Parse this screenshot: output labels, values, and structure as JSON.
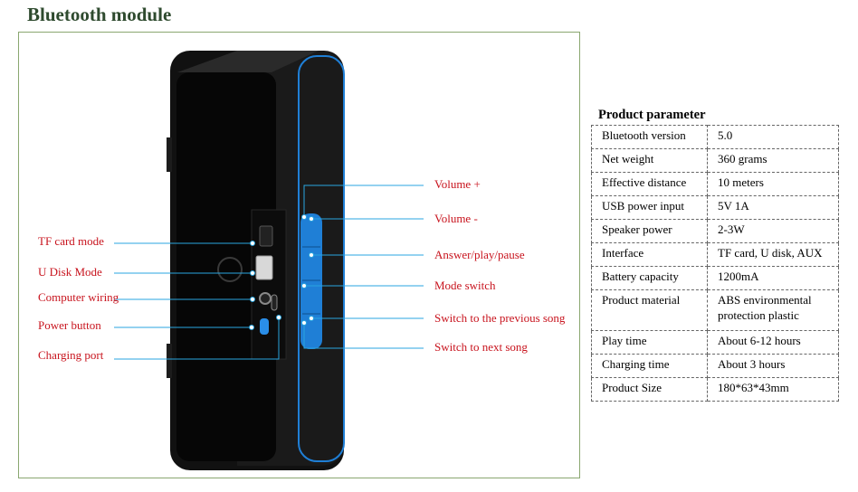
{
  "page_title": "Bluetooth module",
  "callouts_left": [
    "TF card mode",
    "U Disk Mode",
    "Computer wiring",
    "Power button",
    "Charging port"
  ],
  "callouts_right": [
    "Volume +",
    "Volume -",
    "Answer/play/pause",
    "Mode switch",
    "Switch to the previous song",
    "Switch to next song"
  ],
  "spec": {
    "title": "Product parameter",
    "rows": [
      {
        "key": "Bluetooth version",
        "value": "5.0"
      },
      {
        "key": "Net weight",
        "value": "360 grams"
      },
      {
        "key": "Effective distance",
        "value": "10 meters"
      },
      {
        "key": "USB power input",
        "value": "5V 1A"
      },
      {
        "key": "Speaker power",
        "value": "2-3W"
      },
      {
        "key": "Interface",
        "value": "TF card, U disk, AUX"
      },
      {
        "key": "Battery capacity",
        "value": "1200mA"
      },
      {
        "key": "Product material",
        "value": "ABS environmental protection plastic"
      },
      {
        "key": "Play time",
        "value": "About 6-12 hours"
      },
      {
        "key": "Charging time",
        "value": "About 3 hours"
      },
      {
        "key": "Product Size",
        "value": "180*63*43mm"
      }
    ]
  },
  "colors": {
    "heading": "#2e4a2e",
    "callout_text": "#c8141e",
    "leader_line": "#2aa6e0",
    "frame_border": "#8aa770",
    "speaker_body": "#111111",
    "button_panel": "#1f7fd6"
  }
}
